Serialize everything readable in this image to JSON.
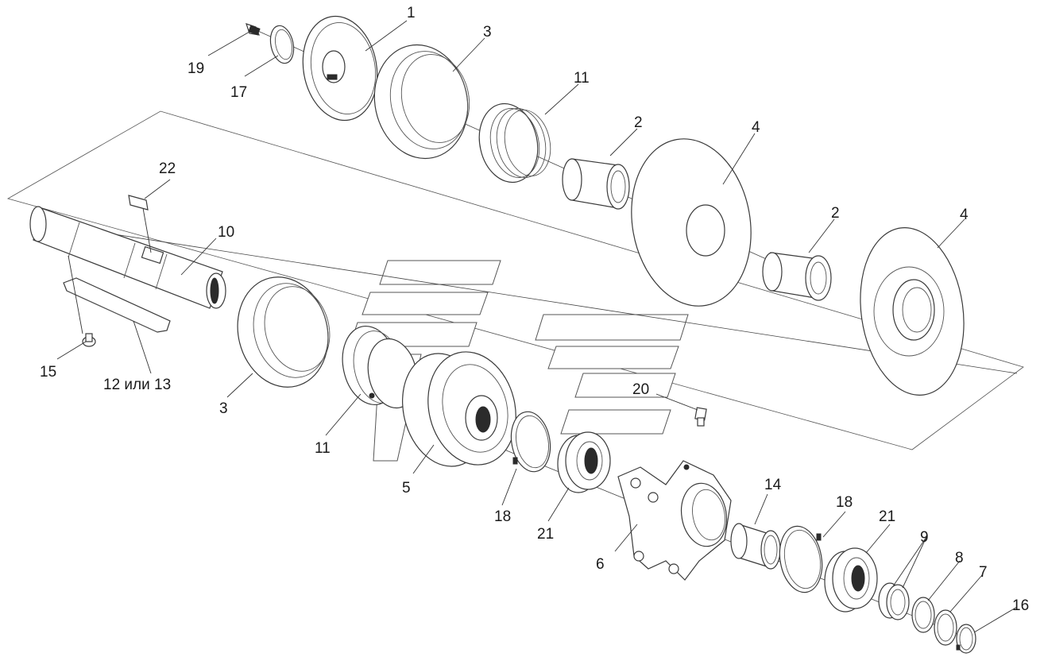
{
  "diagram": {
    "callouts": {
      "c1": "1",
      "c2a": "2",
      "c2b": "2",
      "c3a": "3",
      "c3b": "3",
      "c4a": "4",
      "c4b": "4",
      "c5": "5",
      "c6": "6",
      "c7": "7",
      "c8": "8",
      "c9": "9",
      "c10": "10",
      "c11a": "11",
      "c11b": "11",
      "c12": "12 или 13",
      "c14": "14",
      "c15": "15",
      "c16": "16",
      "c17": "17",
      "c18a": "18",
      "c18b": "18",
      "c19": "19",
      "c20": "20",
      "c21a": "21",
      "c21b": "21",
      "c22": "22"
    }
  }
}
